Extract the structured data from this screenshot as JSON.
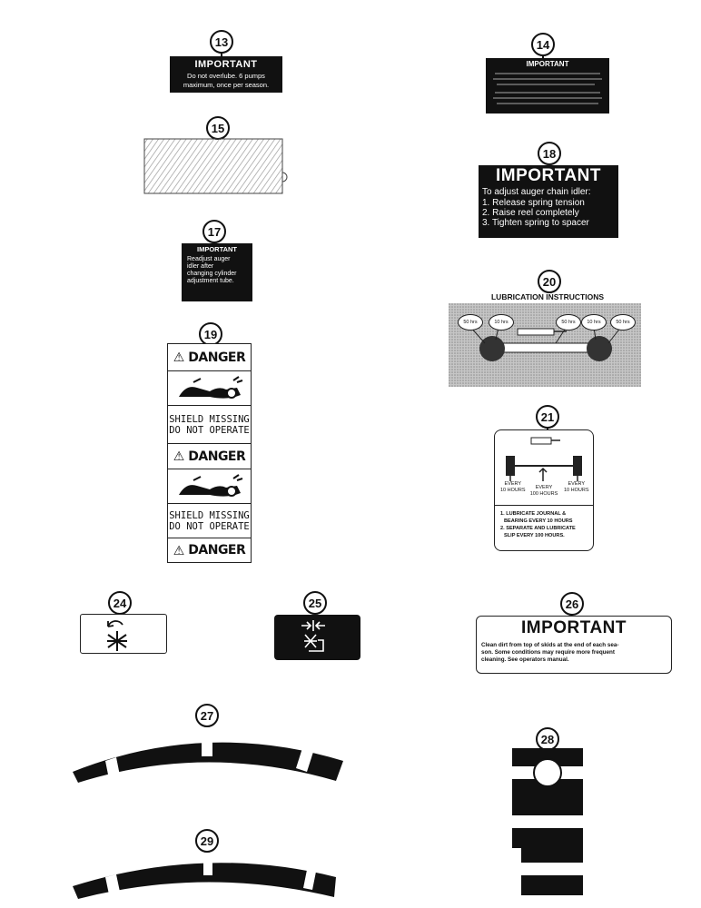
{
  "callouts": {
    "c13": "13",
    "c14": "14",
    "c15": "15",
    "c17": "17",
    "c18": "18",
    "c19": "19",
    "c20": "20",
    "c21": "21",
    "c24": "24",
    "c25": "25",
    "c26": "26",
    "c27": "27",
    "c28": "28",
    "c29": "29"
  },
  "decal13": {
    "heading": "IMPORTANT",
    "line1": "Do not overlube. 6 pumps",
    "line2": "maximum, once per season."
  },
  "decal14": {
    "heading": "IMPORTANT"
  },
  "decal17": {
    "heading": "IMPORTANT",
    "lines": [
      "Readjust auger",
      "idler after",
      "changing cylinder",
      "adjustment tube."
    ]
  },
  "decal18": {
    "heading": "IMPORTANT",
    "intro": "To adjust auger chain idler:",
    "steps": [
      "1. Release spring tension",
      "2. Raise reel completely",
      "3. Tighten spring to spacer"
    ]
  },
  "decal19": {
    "danger": "DANGER",
    "shield_line1": "SHIELD MISSING",
    "shield_line2": "DO NOT OPERATE"
  },
  "decal20": {
    "title": "LUBRICATION INSTRUCTIONS",
    "bubbles": [
      "50 hrs",
      "10 hrs",
      "50 hrs",
      "10 hrs",
      "50 hrs"
    ]
  },
  "decal21": {
    "label_left": "EVERY",
    "label_left2": "10 HOURS",
    "label_mid": "EVERY",
    "label_mid2": "100 HOURS",
    "label_right": "EVERY",
    "label_right2": "10 HOURS",
    "line1": "1. LUBRICATE JOURNAL &",
    "line2": "BEARING EVERY 10 HOURS",
    "line3": "2. SEPARATE AND LUBRICATE",
    "line4": "SLIP EVERY 100 HOURS."
  },
  "decal26": {
    "heading": "IMPORTANT",
    "line1": "Clean dirt from top of skids at the end of each sea-",
    "line2": "son. Some conditions may require more frequent",
    "line3": "cleaning. See operators manual."
  },
  "colors": {
    "ink": "#111111",
    "paper": "#ffffff",
    "halftone": "#bdbdbd"
  }
}
